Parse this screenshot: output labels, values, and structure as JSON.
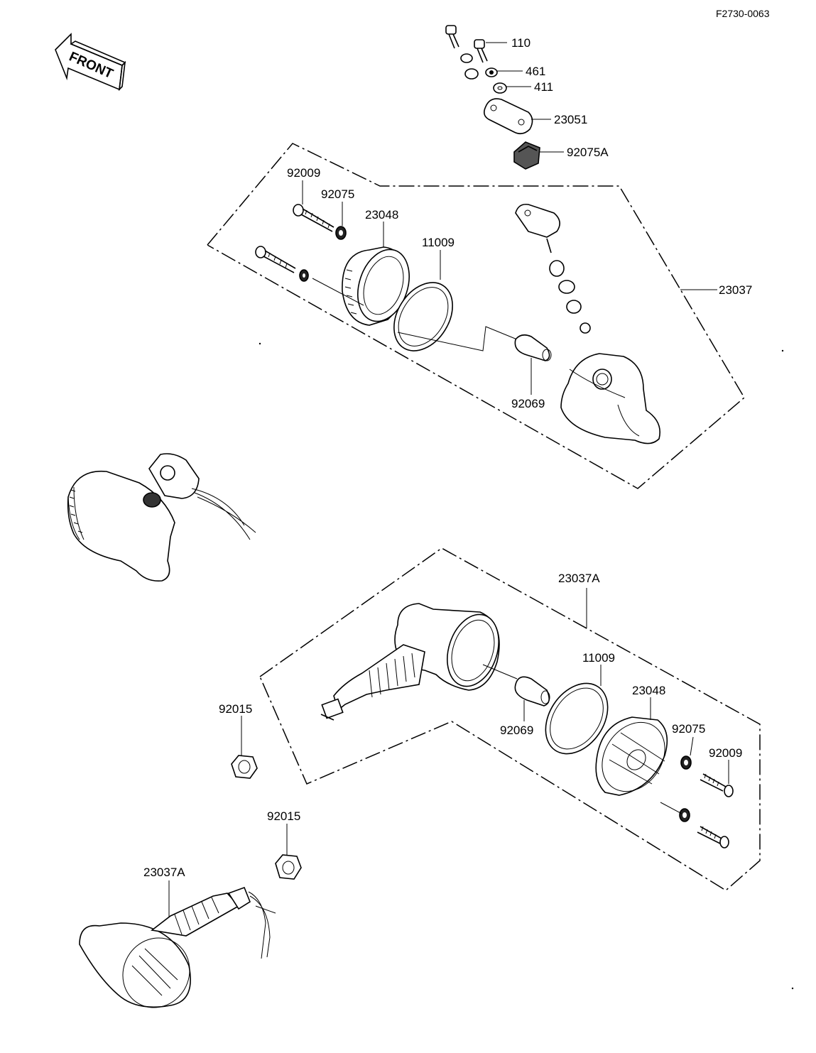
{
  "diagram": {
    "code": "F2730-0063",
    "front_label": "FRONT",
    "parts": {
      "p110": "110",
      "p461": "461",
      "p411": "411",
      "p23051": "23051",
      "p92075A": "92075A",
      "p23037": "23037",
      "p92009_top": "92009",
      "p92075_top": "92075",
      "p23048_top": "23048",
      "p11009_top": "11009",
      "p92069_top": "92069",
      "p23037A_mid": "23037A",
      "p11009_bot": "11009",
      "p23048_bot": "23048",
      "p92075_bot": "92075",
      "p92009_bot": "92009",
      "p92069_bot": "92069",
      "p92015_a": "92015",
      "p92015_b": "92015",
      "p23037A_low": "23037A"
    }
  }
}
